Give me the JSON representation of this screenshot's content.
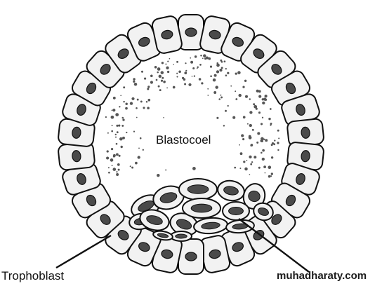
{
  "diagram": {
    "labels": {
      "cavity": "Blastocoel",
      "outer_layer": "Trophoblast"
    },
    "watermark": "muhadharaty.com",
    "colors": {
      "cell_fill": "#f2f2f2",
      "cell_stroke": "#111111",
      "nucleus": "#4a4a4a",
      "granules": "#555555",
      "background": "#ffffff"
    }
  }
}
